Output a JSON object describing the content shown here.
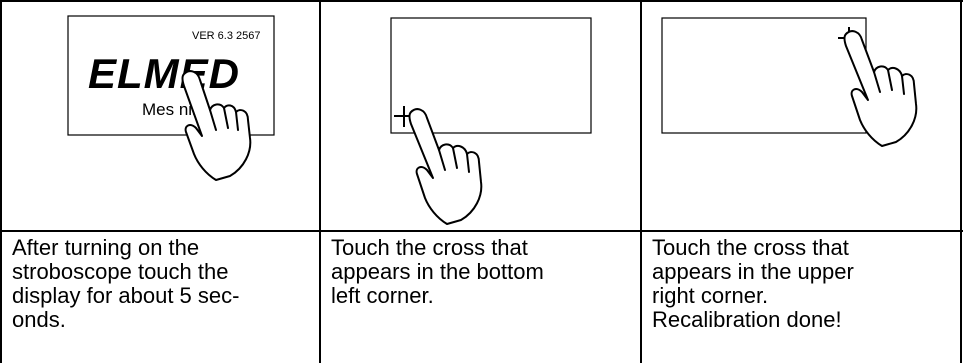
{
  "columns": [
    {
      "screen": {
        "version": "VER 6.3  2567",
        "logo": "ELMED",
        "tagline": "Mes          nik"
      },
      "text": "After turning on the\nstroboscope touch the\ndisplay for about 5 sec-\nonds."
    },
    {
      "text": "Touch the cross that\nappears in the bottom\nleft corner."
    },
    {
      "text": "Touch the cross that\nappears in the upper\nright corner.\nRecalibration done!"
    }
  ]
}
